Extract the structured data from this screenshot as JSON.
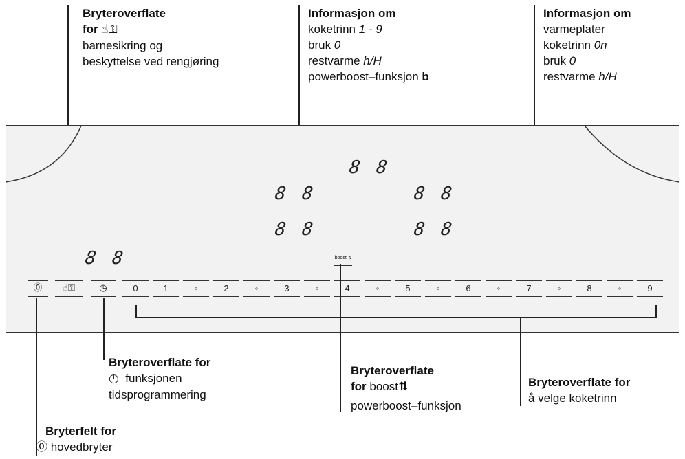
{
  "callouts": {
    "barnesikring": {
      "title": "Bryteroverflate",
      "title2": "for ",
      "icon": "☝⚿",
      "line1": "barnesikring og",
      "line2": "beskyttelse ved rengjøring"
    },
    "koketrinn": {
      "title": "Informasjon om",
      "l1": "koketrinn ",
      "l1v": "1 - 9",
      "l2": "bruk ",
      "l2v": "0",
      "l3": "restvarme ",
      "l3v": "h/H",
      "l4": "powerboost–funksjon ",
      "l4v": "b"
    },
    "varmeplater": {
      "title": "Informasjon om",
      "l1": "varmeplater",
      "l2": "koketrinn ",
      "l2v": "0n",
      "l3": "bruk ",
      "l3v": "0",
      "l4": "restvarme ",
      "l4v": "h/H"
    },
    "timer": {
      "title": "Bryteroverflate for",
      "icon": "◷",
      "l1": "  funksjonen",
      "l2": "tidsprogrammering"
    },
    "boost": {
      "title": "Bryteroverflate",
      "title2": "for ",
      "t2b": "boost",
      "t2i": "⮁",
      "l1": "powerboost–funksjon"
    },
    "velge": {
      "title": "Bryteroverflate for",
      "l1": "å velge koketrinn"
    },
    "hoved": {
      "title": "Bryterfelt for",
      "icon": "⓪",
      "l1": " hovedbryter"
    }
  },
  "panel": {
    "displays": [
      "8 8",
      "8 8",
      "8 8",
      "8 8",
      "8 8",
      "8 8"
    ],
    "boost_label": "boost ⮁",
    "keys": [
      "⓪",
      "☝⚿",
      "◷",
      "0",
      "1",
      "◦",
      "2",
      "◦",
      "3",
      "◦",
      "4",
      "◦",
      "5",
      "◦",
      "6",
      "◦",
      "7",
      "◦",
      "8",
      "◦",
      "9"
    ]
  }
}
